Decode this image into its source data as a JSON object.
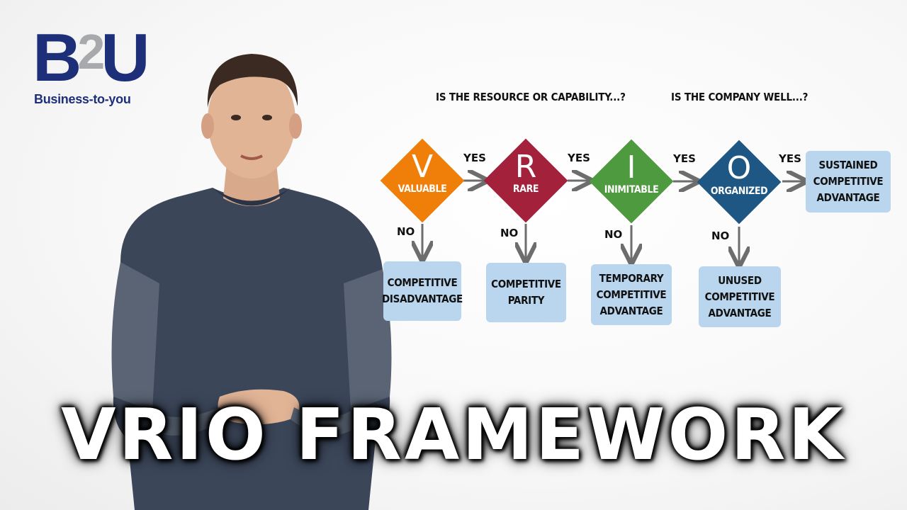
{
  "logo": {
    "mark_b": "B",
    "mark_2": "2",
    "mark_u": "U",
    "tagline": "Business-to-you"
  },
  "questions": {
    "left": "IS THE RESOURCE OR CAPABILITY...?",
    "right": "IS THE COMPANY WELL...?"
  },
  "steps": [
    {
      "letter": "V",
      "label": "VALUABLE",
      "color": "#f07f09",
      "no_label": "NO",
      "yes_label": "YES",
      "outcome": "COMPETITIVE\nDISADVANTAGE"
    },
    {
      "letter": "R",
      "label": "RARE",
      "color": "#a3213a",
      "no_label": "NO",
      "yes_label": "YES",
      "outcome": "COMPETITIVE\nPARITY"
    },
    {
      "letter": "I",
      "label": "INIMITABLE",
      "color": "#4e9a3e",
      "no_label": "NO",
      "yes_label": "YES",
      "outcome": "TEMPORARY\nCOMPETITIVE\nADVANTAGE"
    },
    {
      "letter": "O",
      "label": "ORGANIZED",
      "color": "#1f5784",
      "no_label": "NO",
      "yes_label": "YES",
      "outcome": "UNUSED\nCOMPETITIVE\nADVANTAGE"
    }
  ],
  "final_outcome": "SUSTAINED\nCOMPETITIVE\nADVANTAGE",
  "title": "VRIO FRAMEWORK",
  "colors": {
    "box": "#b9d6ee",
    "arrow": "#6d6d6d",
    "logo_blue": "#1e2f7a",
    "logo_grey": "#a7a9ac"
  }
}
